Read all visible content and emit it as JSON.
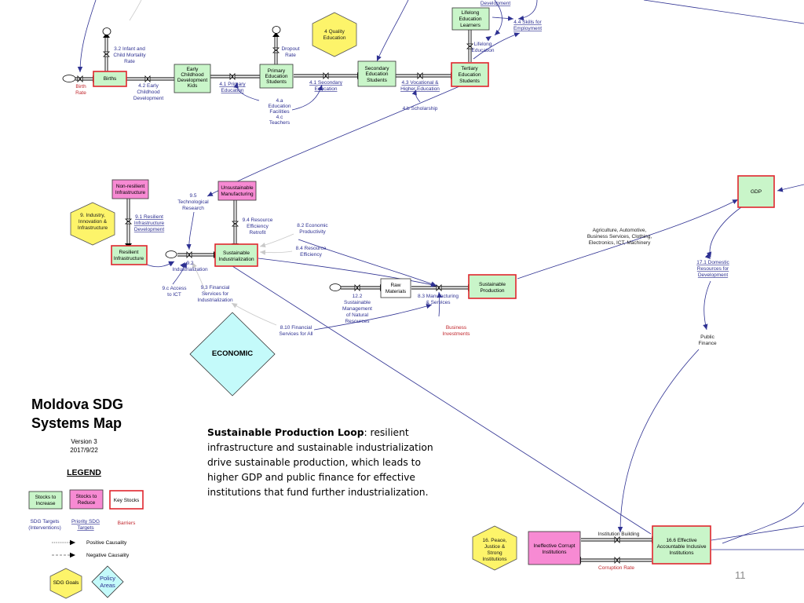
{
  "header": {
    "development": "Development",
    "skills_employment": [
      "4.4 Skills for",
      "Employment"
    ]
  },
  "hexagons": {
    "quality_education": [
      "4 Quality",
      "Education"
    ],
    "industry": [
      "9. Industry,",
      "Innovation &",
      "Infrastructure"
    ],
    "peace": [
      "16. Peace,",
      "Justice &",
      "Strong",
      "Institutions"
    ],
    "sdg_goals": "SDG Goals"
  },
  "stocks": {
    "births": "Births",
    "early_childhood": [
      "Early",
      "Childhood",
      "Development",
      "Kids"
    ],
    "primary": [
      "Primary",
      "Education",
      "Students"
    ],
    "secondary": [
      "Secondary",
      "Education",
      "Students"
    ],
    "tertiary": [
      "Tertiary",
      "Education",
      "Students"
    ],
    "lifelong_learners": [
      "Lifelong",
      "Education",
      "Learners"
    ],
    "non_resilient": [
      "Non-resilient",
      "Infrastructure"
    ],
    "resilient": [
      "Resilient",
      "Infrastructure"
    ],
    "unsustainable": [
      "Unsustainable",
      "Manufacturing"
    ],
    "sustainable_ind": [
      "Sustainable",
      "Industrialization"
    ],
    "raw_materials": [
      "Raw",
      "Materials"
    ],
    "sustainable_prod": [
      "Sustainable",
      "Production"
    ],
    "gdp": "GDP",
    "ineffective": [
      "Ineffective Corrupt",
      "Institutions"
    ],
    "effective": [
      "16.6 Effective",
      "Accountable Inclusive",
      "Institutions"
    ]
  },
  "labels": {
    "infant_mortality": [
      "3.2 Infant and",
      "Child Mortality",
      "Rate"
    ],
    "birth_rate": [
      "Birth",
      "Rate"
    ],
    "early_dev": [
      "4.2 Early",
      "Childhood",
      "Development"
    ],
    "primary_ed": [
      "4.1 Primary",
      "Education"
    ],
    "dropout": [
      "Dropout",
      "Rate"
    ],
    "secondary_ed": [
      "4.1 Secondary",
      "Education"
    ],
    "vocational": [
      "4.3 Vocational &",
      "Higher Education"
    ],
    "lifelong_ed": [
      "Lifelong",
      "Education"
    ],
    "facilities": [
      "4.a",
      "Education",
      "Facilities",
      "4.c",
      "Teachers"
    ],
    "scholarship": "4.b Scholarship",
    "tech_research": [
      "9.5",
      "Technological",
      "Research"
    ],
    "resilient_dev": [
      "9.1 Resilient",
      "Infrastructure",
      "Development"
    ],
    "resource_retrofit": [
      "9.4 Resource",
      "Efficiency",
      "Retrofit"
    ],
    "econ_productivity": [
      "8.2 Economic",
      "Productivity"
    ],
    "resource_efficiency": [
      "8.4 Resource",
      "Efficiency"
    ],
    "industrialization": [
      "9.2",
      "Industrialization"
    ],
    "ict_access": [
      "9.c Access",
      "to ICT"
    ],
    "financial_services": [
      "9.3 Financial",
      "Services for",
      "Industrialization"
    ],
    "natural_resources": [
      "12.2",
      "Sustainable",
      "Management",
      "of Natural",
      "Resources"
    ],
    "manufacturing": [
      "8.3 Manufacturing",
      "& Services"
    ],
    "business_investments": [
      "Business",
      "Investments"
    ],
    "financial_all": [
      "8.10 Financial",
      "Services for All"
    ],
    "sectors": [
      "Agriculture, Automotive,",
      "Business Services, Clothing,",
      "Electronics, ICT, Machinery"
    ],
    "domestic_resources": [
      "17.1 Domestic",
      "Resources for",
      "Development"
    ],
    "public_finance": [
      "Public",
      "Finance"
    ],
    "institution_building": "Institution Building",
    "corruption_rate": "Corruption Rate"
  },
  "diamond_label": "ECONOMIC",
  "title": [
    "Moldova SDG",
    "Systems Map"
  ],
  "version": [
    "Version 3",
    "2017/9/22"
  ],
  "legend": {
    "title": "LEGEND",
    "stocks_increase": [
      "Stocks to",
      "Increase"
    ],
    "stocks_reduce": [
      "Stocks to",
      "Reduce"
    ],
    "key_stocks": "Key Stocks",
    "sdg_targets": [
      "SDG Targets",
      "(Interventions)"
    ],
    "priority_targets": [
      "Priority SDG",
      "Targets"
    ],
    "barriers": "Barriers",
    "positive": "Positive Causality",
    "negative": "Negative Causality",
    "policy_areas": [
      "Policy",
      "Areas"
    ]
  },
  "loop_text": {
    "heading": "Sustainable Production Loop",
    "body": ": resilient infrastructure and sustainable industrialization drive sustainable production, which leads to higher GDP and public finance for effective institutions that fund further industrialization."
  },
  "page_number": "11",
  "colors": {
    "stock_green": "#c9f5c9",
    "stock_pink": "#f78ad3",
    "key_red": "#e0262e",
    "hex_yellow": "#fdf46a",
    "diamond_cyan": "#c4fafa",
    "link_blue": "#2e3192",
    "barrier_red": "#c1272d"
  }
}
